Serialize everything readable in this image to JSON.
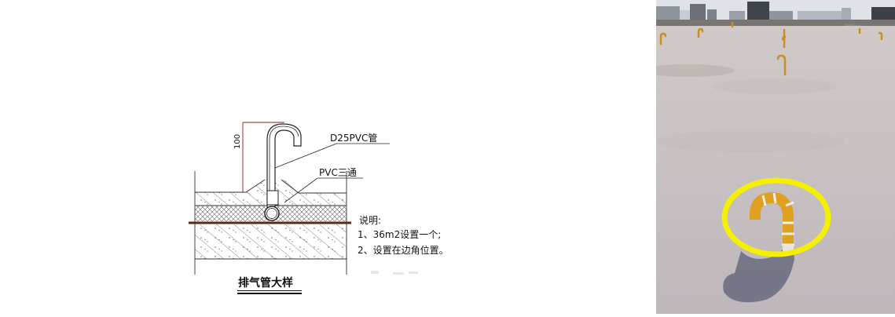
{
  "drawing": {
    "title": "排气管大样",
    "dimension_label": "100",
    "callouts": [
      {
        "label": "D25PVC管"
      },
      {
        "label": "PVC三通"
      }
    ],
    "notes": {
      "heading": "说明:",
      "items": [
        "1、36m2设置一个;",
        "2、设置在边角位置。"
      ]
    },
    "colors": {
      "line": "#222222",
      "dimension_line": "#8b1a1a",
      "base_line": "#5a2a1a"
    }
  },
  "photo": {
    "description": "Rooftop with yellow-and-white striped J-shaped vent pipes",
    "highlight_color": "#f5f000",
    "pipe_color": "#e0a020",
    "surface_color": "#c9c3c4",
    "sky_color": "#dfe3e8"
  }
}
